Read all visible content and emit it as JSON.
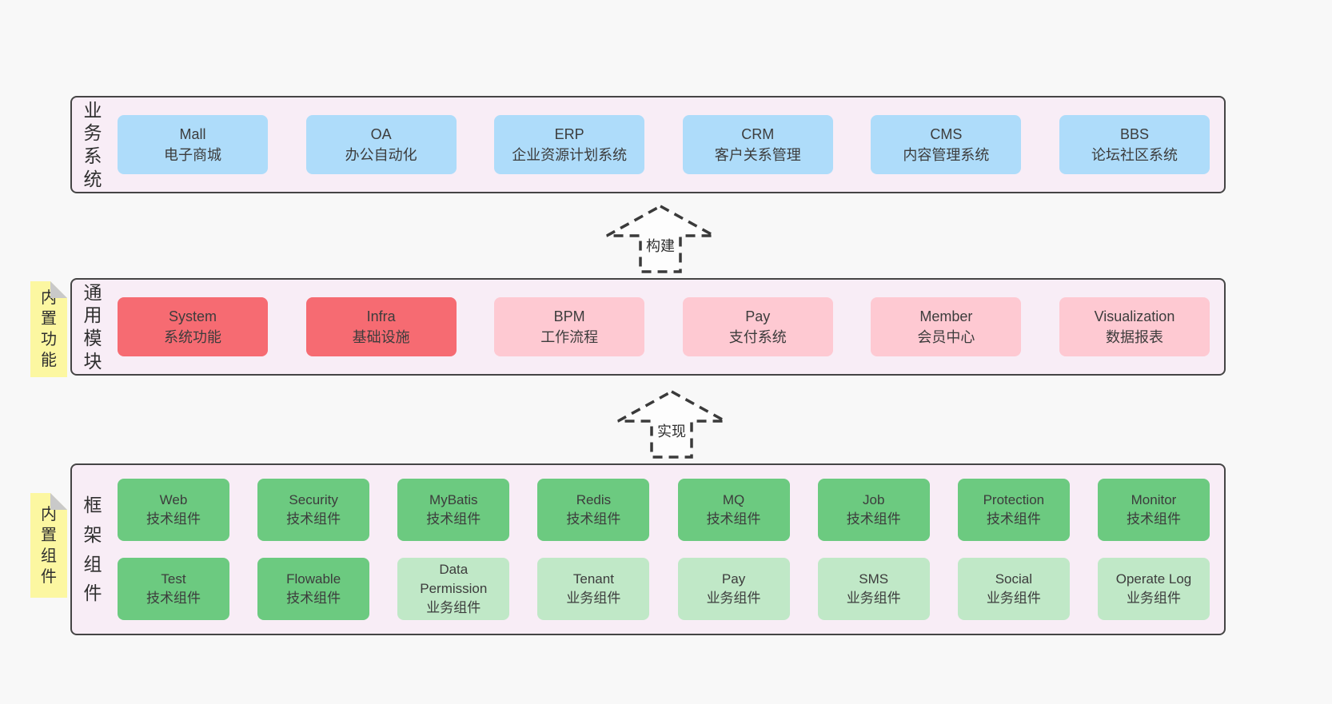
{
  "diagram": {
    "arrows": [
      {
        "label": "构建"
      },
      {
        "label": "实现"
      }
    ],
    "layers": [
      {
        "label": "业务系统",
        "items": [
          {
            "title": "Mall",
            "subtitle": "电子商城"
          },
          {
            "title": "OA",
            "subtitle": "办公自动化"
          },
          {
            "title": "ERP",
            "subtitle": "企业资源计划系统"
          },
          {
            "title": "CRM",
            "subtitle": "客户关系管理"
          },
          {
            "title": "CMS",
            "subtitle": "内容管理系统"
          },
          {
            "title": "BBS",
            "subtitle": "论坛社区系统"
          }
        ]
      },
      {
        "label": "通用模块",
        "sticky": "内置功能",
        "items": [
          {
            "title": "System",
            "subtitle": "系统功能"
          },
          {
            "title": "Infra",
            "subtitle": "基础设施"
          },
          {
            "title": "BPM",
            "subtitle": "工作流程"
          },
          {
            "title": "Pay",
            "subtitle": "支付系统"
          },
          {
            "title": "Member",
            "subtitle": "会员中心"
          },
          {
            "title": "Visualization",
            "subtitle": "数据报表"
          }
        ]
      },
      {
        "label": "框架组件",
        "sticky": "内置组件",
        "rows": [
          {
            "items": [
              {
                "title": "Web",
                "subtitle": "技术组件"
              },
              {
                "title": "Security",
                "subtitle": "技术组件"
              },
              {
                "title": "MyBatis",
                "subtitle": "技术组件"
              },
              {
                "title": "Redis",
                "subtitle": "技术组件"
              },
              {
                "title": "MQ",
                "subtitle": "技术组件"
              },
              {
                "title": "Job",
                "subtitle": "技术组件"
              },
              {
                "title": "Protection",
                "subtitle": "技术组件"
              },
              {
                "title": "Monitor",
                "subtitle": "技术组件"
              }
            ]
          },
          {
            "items": [
              {
                "title": "Test",
                "subtitle": "技术组件"
              },
              {
                "title": "Flowable",
                "subtitle": "技术组件"
              },
              {
                "title": "Data Permission",
                "subtitle": "业务组件"
              },
              {
                "title": "Tenant",
                "subtitle": "业务组件"
              },
              {
                "title": "Pay",
                "subtitle": "业务组件"
              },
              {
                "title": "SMS",
                "subtitle": "业务组件"
              },
              {
                "title": "Social",
                "subtitle": "业务组件"
              },
              {
                "title": "Operate Log",
                "subtitle": "业务组件"
              }
            ]
          }
        ]
      }
    ],
    "colors": {
      "page_bg": "#f8f8f8",
      "layer_bg": "#f8edf6",
      "layer_border": "#454545",
      "node_blue": "#aedcfa",
      "node_red": "#f66b72",
      "node_pink": "#fec9d2",
      "node_green": "#6cca80",
      "node_lightgreen": "#c0e8c7",
      "sticky_yellow": "#fcf7a1",
      "sticky_fold": "#c9c9c9",
      "text": "#3c3c3c"
    }
  }
}
